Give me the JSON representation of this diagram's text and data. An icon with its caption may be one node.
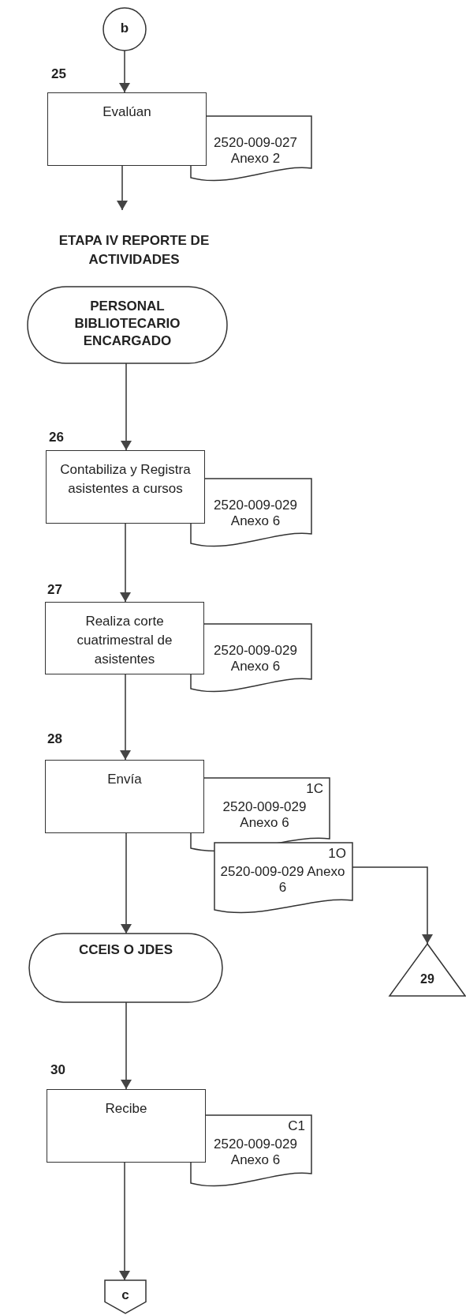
{
  "diagram": {
    "nodes": [
      {
        "text": [
          "b"
        ]
      },
      {
        "text": [
          "Evalúan"
        ],
        "beside": [
          "25"
        ]
      },
      {
        "text": [
          "2520-009-027 Anexo 2"
        ]
      },
      {
        "text": [
          "PERSONAL BIBLIOTECARIO ENCARGADO"
        ]
      },
      {
        "text": [
          "Contabiliza y Registra asistentes a cursos"
        ],
        "beside": [
          "26"
        ]
      },
      {
        "text": [
          "2520-009-029 Anexo 6"
        ]
      },
      {
        "text": [
          "Realiza corte cuatrimestral de asistentes"
        ],
        "beside": [
          "27"
        ]
      },
      {
        "text": [
          "2520-009-029 Anexo 6"
        ]
      },
      {
        "text": [
          "Envía"
        ],
        "beside": [
          "28"
        ]
      },
      {
        "text": [
          "1C",
          "2520-009-029 Anexo 6"
        ]
      },
      {
        "text": [
          "1O",
          "2520-009-029 Anexo 6"
        ]
      },
      {
        "text": [
          "29"
        ]
      },
      {
        "text": [
          "CCEIS O JDES"
        ]
      },
      {
        "text": [
          "Recibe"
        ],
        "beside": [
          "30"
        ]
      },
      {
        "text": [
          "C1",
          "2520-009-029 Anexo 6"
        ]
      },
      {
        "text": [
          "c"
        ]
      }
    ],
    "edges": [
      {
        "from": 0,
        "to": 1,
        "arrow": "to"
      },
      {
        "from": 1,
        "to": null,
        "arrow": "to"
      },
      {
        "from": 3,
        "to": 4,
        "arrow": "to"
      },
      {
        "from": 4,
        "to": 6,
        "arrow": "to"
      },
      {
        "from": 6,
        "to": 8,
        "arrow": "to"
      },
      {
        "from": 8,
        "to": 12,
        "arrow": "to"
      },
      {
        "from": 10,
        "to": 11,
        "arrow": "to"
      },
      {
        "from": 12,
        "to": 13,
        "arrow": "to"
      },
      {
        "from": 13,
        "to": 15,
        "arrow": "to"
      }
    ],
    "labels": [
      "ETAPA IV REPORTE DE ACTIVIDADES"
    ]
  }
}
